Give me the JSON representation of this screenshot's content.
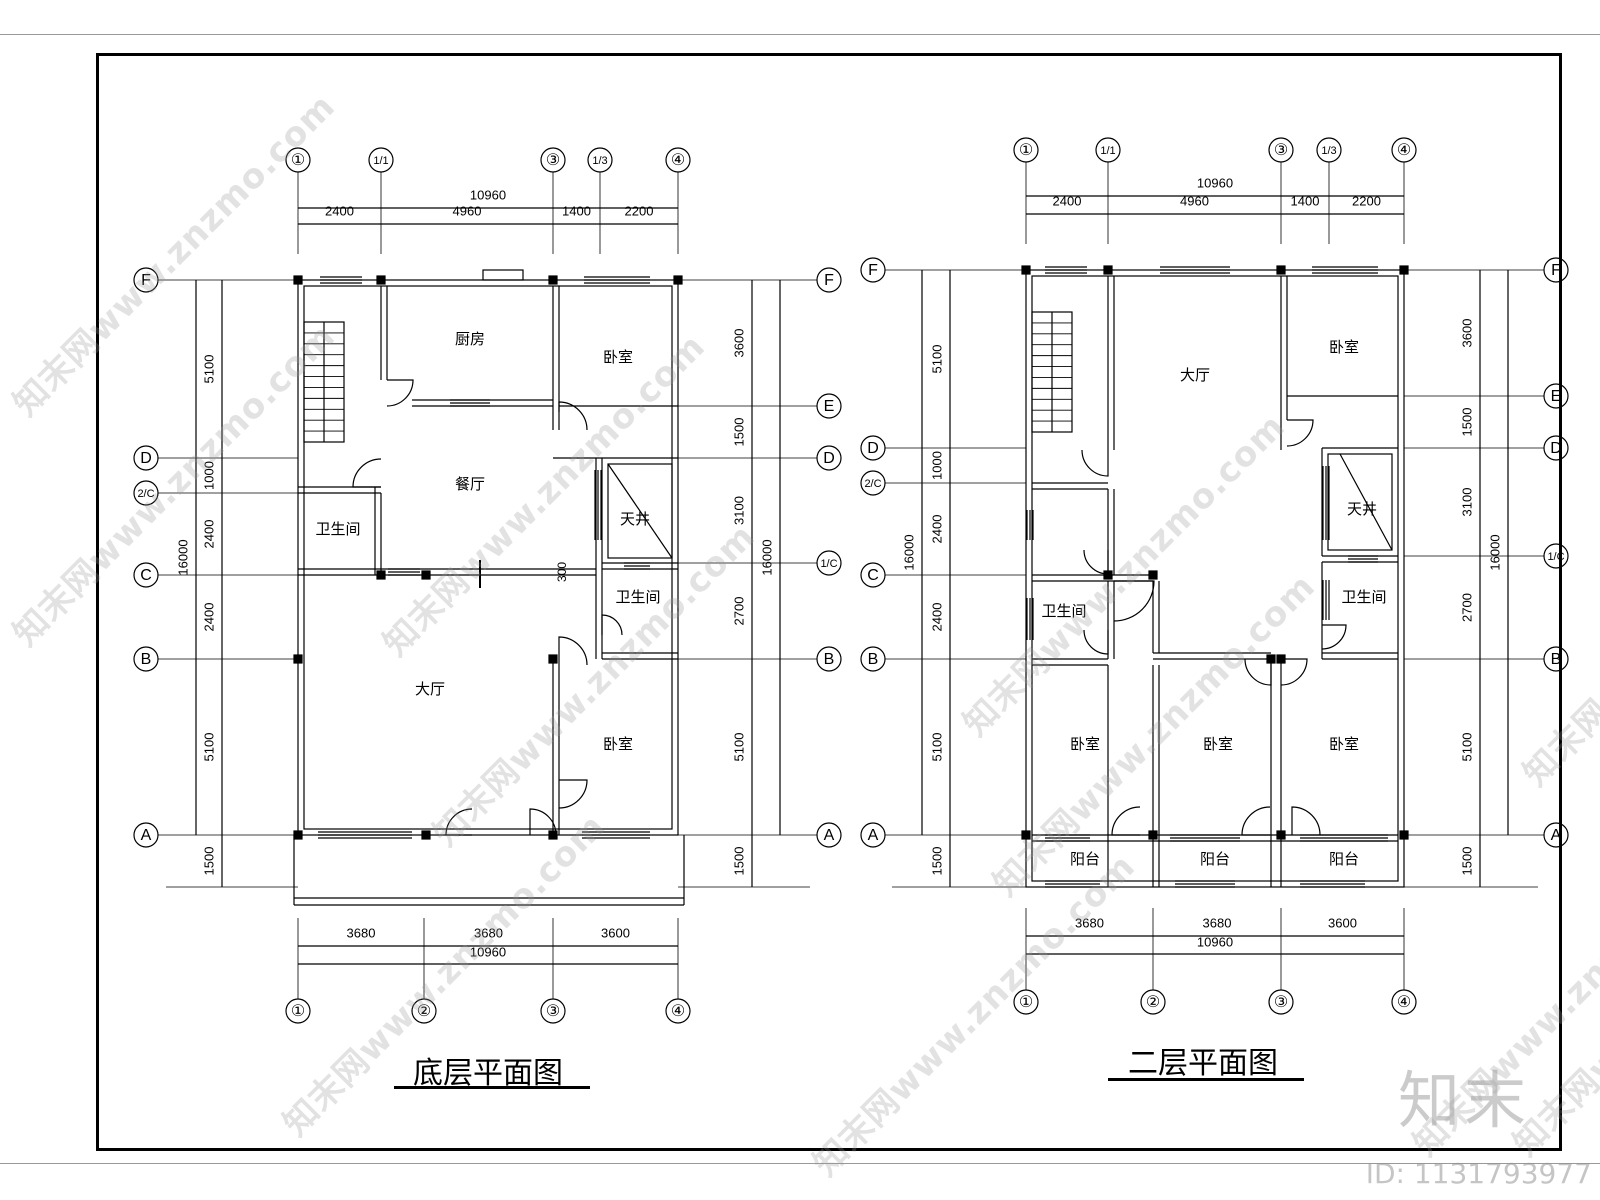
{
  "ground_floor": {
    "title": "底层平面图",
    "top_axes": [
      "①",
      "1/1",
      "③",
      "1/3",
      "④"
    ],
    "bottom_axes": [
      "①",
      "②",
      "③",
      "④"
    ],
    "row_axes_left": [
      "F",
      "D",
      "2/C",
      "C",
      "B",
      "A"
    ],
    "row_axes_right": [
      "F",
      "E",
      "D",
      "1/C",
      "B",
      "A"
    ],
    "top_total": "10960",
    "top_dims": [
      "2400",
      "4960",
      "1400",
      "2200"
    ],
    "bottom_dims": [
      "3680",
      "3680",
      "3600"
    ],
    "bottom_total": "10960",
    "left_dims": [
      "5100",
      "1000",
      "2400",
      "2400",
      "5100",
      "1500"
    ],
    "left_total": "16000",
    "right_dims": [
      "3600",
      "1500",
      "3100",
      "2700",
      "5100",
      "1500"
    ],
    "right_total": "16000",
    "small_dim": "300",
    "rooms": [
      "厨房",
      "卧室",
      "餐厅",
      "天井",
      "卫生间",
      "卫生间",
      "大厅",
      "卧室"
    ]
  },
  "second_floor": {
    "title": "二层平面图",
    "top_axes": [
      "①",
      "1/1",
      "③",
      "1/3",
      "④"
    ],
    "bottom_axes": [
      "①",
      "②",
      "③",
      "④"
    ],
    "row_axes_left": [
      "F",
      "D",
      "2/C",
      "C",
      "B",
      "A"
    ],
    "row_axes_right": [
      "F",
      "E",
      "D",
      "1/C",
      "B",
      "A"
    ],
    "top_total": "10960",
    "top_dims": [
      "2400",
      "4960",
      "1400",
      "2200"
    ],
    "bottom_dims": [
      "3680",
      "3680",
      "3600"
    ],
    "bottom_total": "10960",
    "left_dims": [
      "5100",
      "1000",
      "2400",
      "2400",
      "5100",
      "1500"
    ],
    "left_total": "16000",
    "right_dims": [
      "3600",
      "1500",
      "3100",
      "2700",
      "5100",
      "1500"
    ],
    "right_total": "16000",
    "rooms": [
      "大厅",
      "卧室",
      "天井",
      "卫生间",
      "卫生间",
      "卧室",
      "卧室",
      "卧室",
      "阳台",
      "阳台",
      "阳台"
    ]
  },
  "watermark": "知末网www.znzmo.com",
  "logo": "知末",
  "id_text": "ID: 1131793977"
}
